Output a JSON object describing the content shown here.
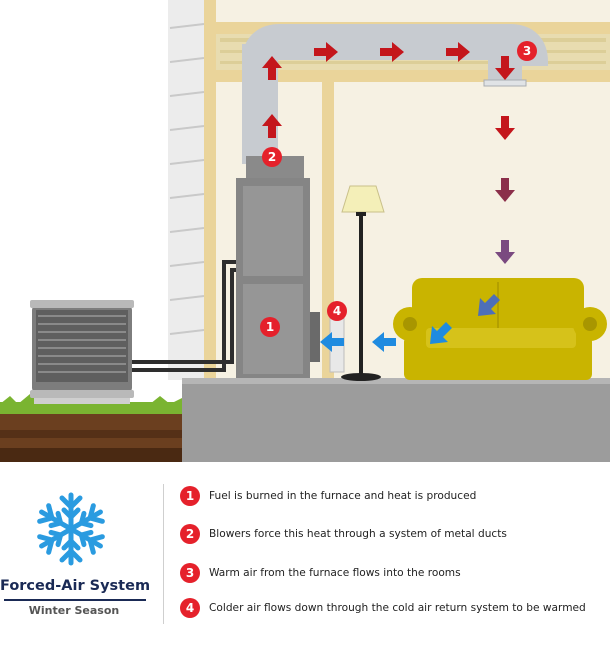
{
  "brand": {
    "title": "Forced-Air System",
    "subtitle": "Winter Season",
    "icon": "snowflake-icon",
    "icon_color": "#2a9be0"
  },
  "colors": {
    "badge_red": "#e5212b",
    "arrow_red": "#c4161c",
    "arrow_maroon": "#8b2f4a",
    "arrow_purple": "#7a4a80",
    "arrow_blue": "#1f8be0",
    "couch_yellow": "#c9b400",
    "wall_beige": "#f6f1e3",
    "framing": "#ead49a",
    "floor_gray": "#9c9c9c"
  },
  "markers": [
    {
      "number": "1",
      "target": "furnace"
    },
    {
      "number": "2",
      "target": "supply-duct"
    },
    {
      "number": "3",
      "target": "ceiling-vent"
    },
    {
      "number": "4",
      "target": "cold-air-return"
    }
  ],
  "steps": [
    {
      "number": "1",
      "text": "Fuel is burned in the furnace and heat is produced"
    },
    {
      "number": "2",
      "text": "Blowers force this heat through a system of metal ducts"
    },
    {
      "number": "3",
      "text": "Warm air from the furnace flows into the rooms"
    },
    {
      "number": "4",
      "text": "Colder air flows down through the cold air return system to be warmed"
    }
  ]
}
